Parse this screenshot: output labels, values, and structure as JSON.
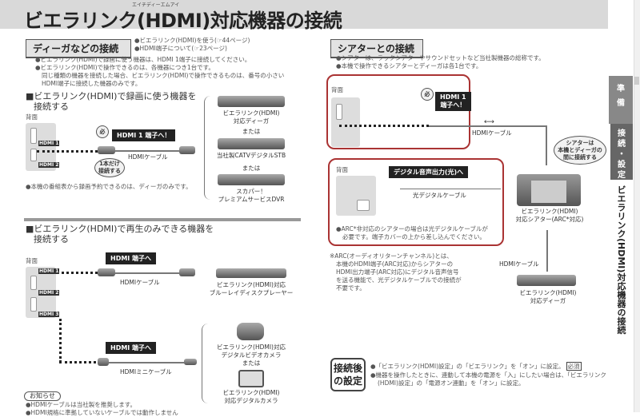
{
  "page": {
    "ruby": "エイチディーエムアイ",
    "title": "ビエラリンク(HDMI)対応機器の接続"
  },
  "left": {
    "section_title": "ディーガなどの接続",
    "refs": [
      "●ビエラリンク(HDMI)を使う(☞44ページ)",
      "●HDMI端子について(☞23ページ)"
    ],
    "notes": [
      "●ビエラリンク(HDMI)で録画に使う機器は、HDMI 1端子に接続してください。",
      "●ビエラリンク(HDMI)で操作できるのは、各機器につき1台です。",
      "同じ種類の機器を接続した場合、ビエラリンク(HDMI)で操作できるものは、番号の小さい",
      "HDMI端子に接続した機器のみです。"
    ],
    "rec": {
      "heading": [
        "■ビエラリンク(HDMI)で録画に使う機器を",
        "接続する"
      ],
      "back": "背面",
      "must": "必",
      "callout": "HDMI 1 端子へ！",
      "cable": "HDMIケーブル",
      "bubble": [
        "1本だけ",
        "接続する"
      ],
      "note": "●本機の番組表から録画予約できるのは、ディーガのみです。",
      "devices": [
        [
          "ビエラリンク(HDMI)",
          "対応ディーガ"
        ],
        [
          "当社製CATVデジタルSTB"
        ],
        [
          "スカパー！",
          "プレミアムサービスDVR"
        ]
      ],
      "or": "または",
      "ports": [
        "HDMI 1",
        "HDMI 2"
      ]
    },
    "play": {
      "heading": [
        "■ビエラリンク(HDMI)で再生のみできる機器を",
        "接続する"
      ],
      "back": "背面",
      "callout1": "HDMI 端子へ",
      "cable1": "HDMIケーブル",
      "device1": [
        "ビエラリンク(HDMI)対応",
        "ブルーレイディスクプレーヤー"
      ],
      "callout2": "HDMI 端子へ",
      "cable2": "HDMIミニケーブル",
      "device2": [
        "ビエラリンク(HDMI)対応",
        "デジタルビデオカメラ"
      ],
      "or": "または",
      "device3": [
        "ビエラリンク(HDMI)",
        "対応デジタルカメラ"
      ],
      "ports": [
        "HDMI 1",
        "HDMI 2",
        "HDMI 3"
      ]
    },
    "info": {
      "label": "お知らせ",
      "items": [
        "●HDMIケーブルは当社製を推奨します。",
        "●HDMI規格に準拠していないケーブルでは動作しません"
      ]
    }
  },
  "right": {
    "section_title": "シアターとの接続",
    "notes": [
      "●シアターは、ラックシアターやサウンドセットなど当社製機器の総称です。",
      "●本機で操作できるシアターとディーガは各1台です。"
    ],
    "back": "背面",
    "must": "必",
    "callout": [
      "HDMI 1",
      "端子へ！"
    ],
    "cable": "HDMIケーブル",
    "bubble": [
      "シアターは",
      "本機とディーガの",
      "間に接続する"
    ],
    "optical": {
      "back": "背面",
      "callout": "デジタル音声出力(光)へ",
      "cable": "光デジタルケーブル",
      "note": [
        "●ARC*非対応のシアターの場合は光デジタルケーブルが",
        "必要です。端子カバーの上から差し込んでください。"
      ]
    },
    "theater": [
      "ビエラリンク(HDMI)",
      "対応シアター(ARC*対応)"
    ],
    "arc_note": [
      "※ARC(オーディオリターンチャンネル)とは、",
      "本機のHDMI端子(ARC対応)からシアターの",
      "HDMI出力端子(ARC対応)にデジタル音声信号",
      "を送る機能で、光デジタルケーブルでの接続が",
      "不要です。"
    ],
    "cable2": "HDMIケーブル",
    "diga": [
      "ビエラリンク(HDMI)",
      "対応ディーガ"
    ],
    "after": {
      "badge": [
        "接続後",
        "の設定"
      ],
      "items": [
        "●「ビエラリンク(HDMI)設定」の「ビエラリンク」を「オン」に設定。",
        "●機器を操作したときに、連動して本機の電源を「入」にしたい場合は、「ビエラリンク",
        "(HDMI)設定」の「電源オン連動」を「オン」に設定。"
      ],
      "required": "必須"
    }
  },
  "sidetab": {
    "prep": [
      "準",
      "備"
    ],
    "connect": [
      "接",
      "続",
      "・",
      "設",
      "定"
    ],
    "vertical": "ビエラリンク(HDMI)対応機器の接続"
  }
}
